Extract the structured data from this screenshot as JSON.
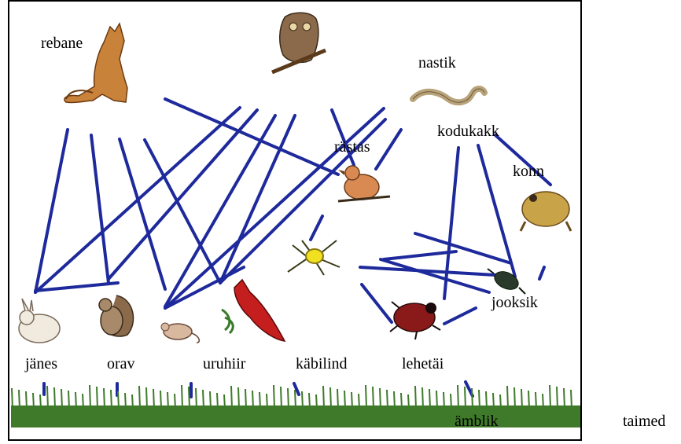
{
  "diagram": {
    "type": "food-web",
    "labels": {
      "rebane": "rebane",
      "nastik": "nastik",
      "kodukakk": "kodukakk",
      "rastas": "rästas",
      "konn": "konn",
      "jooksik": "jooksik",
      "janes": "jänes",
      "orav": "orav",
      "uruhiir": "uruhiir",
      "kabilind": "käbilind",
      "lehetai": "lehetäi",
      "ambliik": "ämblik",
      "taimed": "taimed"
    },
    "colors": {
      "link": "#1e2a9c",
      "grass": "#3f7a2a",
      "frame": "#000000"
    },
    "icons": [
      "fox-icon",
      "owl-icon",
      "snake-icon",
      "thrush-icon",
      "toad-icon",
      "spider-icon",
      "beetle-icon",
      "ladybug-icon",
      "rabbit-icon",
      "squirrel-icon",
      "mouse-icon",
      "cardinal-icon",
      "grass-icon"
    ]
  }
}
